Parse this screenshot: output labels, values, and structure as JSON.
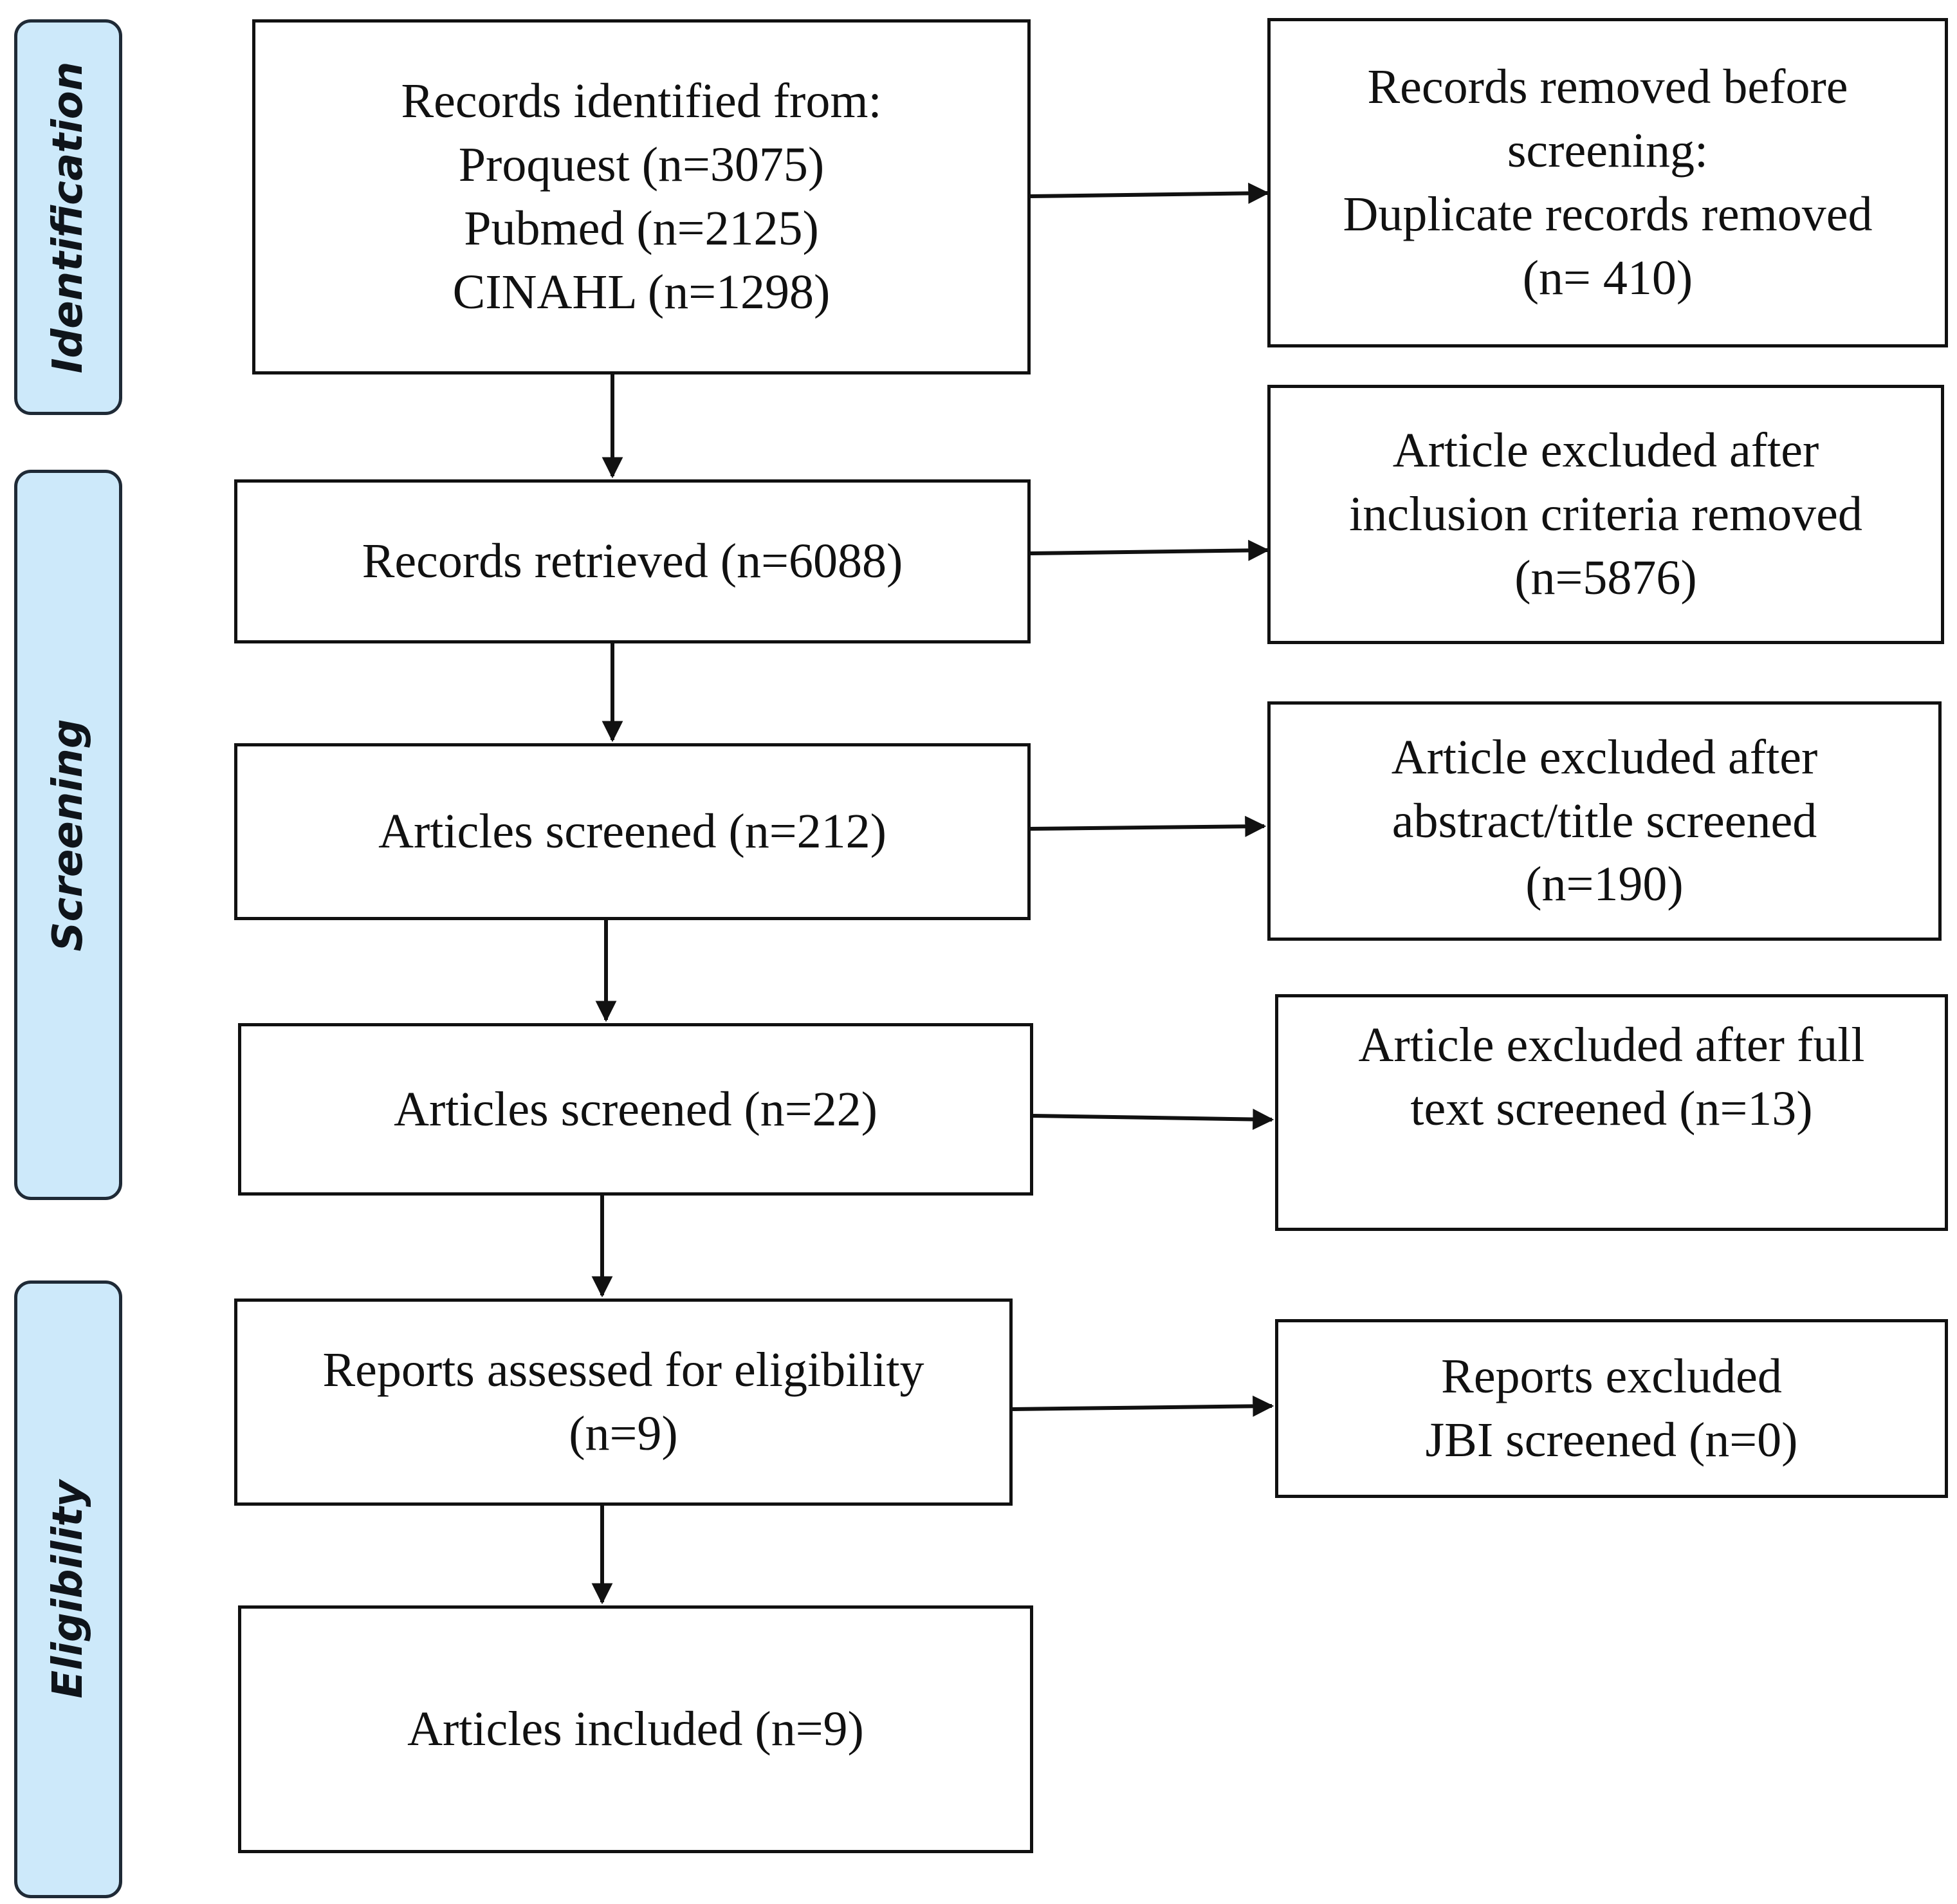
{
  "phases": {
    "identification": "Identification",
    "screening": "Screening",
    "eligibility": "Eligibility"
  },
  "main": {
    "identified": {
      "line1": "Records identified from:",
      "line2": "Proquest (n=3075)",
      "line3": "Pubmed (n=2125)",
      "line4": "CINAHL (n=1298)"
    },
    "retrieved": "Records retrieved (n=6088)",
    "screened_212": "Articles screened (n=212)",
    "screened_22": "Articles screened (n=22)",
    "assessed": {
      "line1": "Reports assessed for eligibility",
      "line2": "(n=9)"
    },
    "included": "Articles included (n=9)"
  },
  "side": {
    "removed": {
      "line1": "Records removed before",
      "line2": "screening:",
      "line3": "Duplicate records removed",
      "line4": "(n= 410)"
    },
    "inclusion": {
      "line1": "Article excluded after",
      "line2": "inclusion criteria removed",
      "line3": "(n=5876)"
    },
    "abstract": {
      "line1": "Article excluded after",
      "line2": "abstract/title screened",
      "line3": "(n=190)"
    },
    "fulltext": {
      "line1": "Article excluded after full",
      "line2": "text screened (n=13)"
    },
    "jbi": {
      "line1": "Reports excluded",
      "line2": "JBI screened (n=0)"
    }
  },
  "colors": {
    "phase_fill": "#cde9fa",
    "phase_border": "#1f2a36",
    "line": "#111111"
  }
}
